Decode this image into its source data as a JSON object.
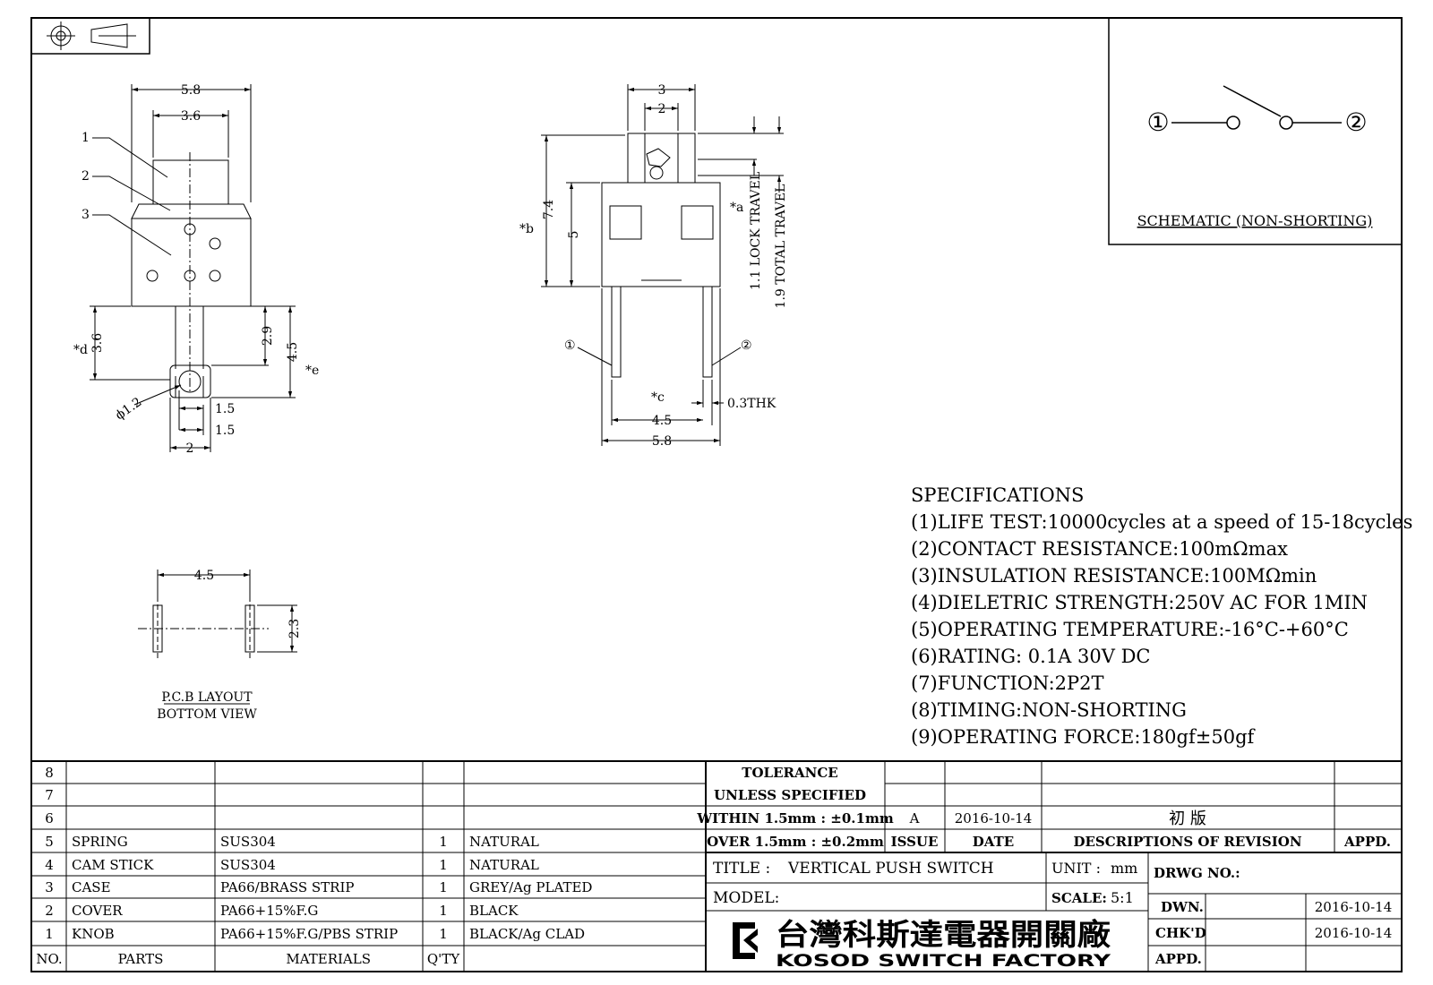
{
  "views": {
    "front": {
      "dims": {
        "outer_width": "5.8",
        "inner_width": "3.6",
        "d": "3.6",
        "d_label": "*d",
        "f": "2.9",
        "g": "4.5",
        "e_label": "*e",
        "hole": "ϕ1.2",
        "pin1": "1.5",
        "pin2": "1.5",
        "pin_width": "2"
      },
      "callouts": [
        "1",
        "2",
        "3"
      ]
    },
    "side": {
      "dims": {
        "top_outer": "3",
        "top_inner": "2",
        "b": "7.4",
        "b_label": "*b",
        "body": "5",
        "a_label": "*a",
        "lock": "1.1 LOCK TRAVEL",
        "total": "1.9 TOTAL TRAVEL",
        "c_label": "*c",
        "thk": "0.3THK",
        "pitch": "4.5",
        "width": "5.8"
      },
      "pins": [
        "①",
        "②"
      ]
    },
    "pcb": {
      "pitch": "4.5",
      "height": "2.3",
      "title": "P.C.B LAYOUT",
      "subtitle": "BOTTOM VIEW"
    }
  },
  "schematic": {
    "pin_left": "①",
    "pin_right": "②",
    "caption": "SCHEMATIC (NON-SHORTING)"
  },
  "specifications": {
    "title": "SPECIFICATIONS",
    "items": [
      "(1)LIFE TEST:10000cycles at a speed of 15-18cycles",
      "(2)CONTACT RESISTANCE:100mΩmax",
      "(3)INSULATION RESISTANCE:100MΩmin",
      "(4)DIELETRIC STRENGTH:250V AC FOR 1MIN",
      "(5)OPERATING TEMPERATURE:-16°C-+60°C",
      "(6)RATING: 0.1A 30V DC",
      "(7)FUNCTION:2P2T",
      "(8)TIMING:NON-SHORTING",
      "(9)OPERATING FORCE:180gf±50gf"
    ]
  },
  "bom": {
    "headers": {
      "no": "NO.",
      "parts": "PARTS",
      "materials": "MATERIALS",
      "qty": "Q'TY"
    },
    "rows": [
      {
        "no": "8",
        "part": "",
        "material": "",
        "qty": "",
        "finish": ""
      },
      {
        "no": "7",
        "part": "",
        "material": "",
        "qty": "",
        "finish": ""
      },
      {
        "no": "6",
        "part": "",
        "material": "",
        "qty": "",
        "finish": ""
      },
      {
        "no": "5",
        "part": "SPRING",
        "material": "SUS304",
        "qty": "1",
        "finish": "NATURAL"
      },
      {
        "no": "4",
        "part": "CAM STICK",
        "material": "SUS304",
        "qty": "1",
        "finish": "NATURAL"
      },
      {
        "no": "3",
        "part": "CASE",
        "material": "PA66/BRASS STRIP",
        "qty": "1",
        "finish": "GREY/Ag PLATED"
      },
      {
        "no": "2",
        "part": "COVER",
        "material": "PA66+15%F.G",
        "qty": "1",
        "finish": "BLACK"
      },
      {
        "no": "1",
        "part": "KNOB",
        "material": "PA66+15%F.G/PBS STRIP",
        "qty": "1",
        "finish": "BLACK/Ag CLAD"
      }
    ]
  },
  "tolerance": {
    "line1": "TOLERANCE",
    "line2": "UNLESS  SPECIFIED",
    "within": "WITHIN 1.5mm : ±0.1mm",
    "over": "OVER 1.5mm : ±0.2mm"
  },
  "revision": {
    "issue": "A",
    "date": "2016-10-14",
    "description": "初  版",
    "headers": {
      "issue": "ISSUE",
      "date": "DATE",
      "desc": "DESCRIPTIONS OF REVISION",
      "appd": "APPD."
    }
  },
  "title_block": {
    "title_label": "TITLE :",
    "title": "VERTICAL PUSH SWITCH",
    "unit_label": "UNIT :",
    "unit": "mm",
    "drwg_label": "DRWG NO.:",
    "model_label": "MODEL:",
    "scale_label": "SCALE:",
    "scale": "5:1",
    "dwn_label": "DWN.",
    "dwn_date": "2016-10-14",
    "chkd_label": "CHK'D",
    "chkd_date": "2016-10-14",
    "appd_label": "APPD.",
    "company_cn": "台灣科斯達電器開關廠",
    "company_en": "KOSOD SWITCH FACTORY"
  }
}
